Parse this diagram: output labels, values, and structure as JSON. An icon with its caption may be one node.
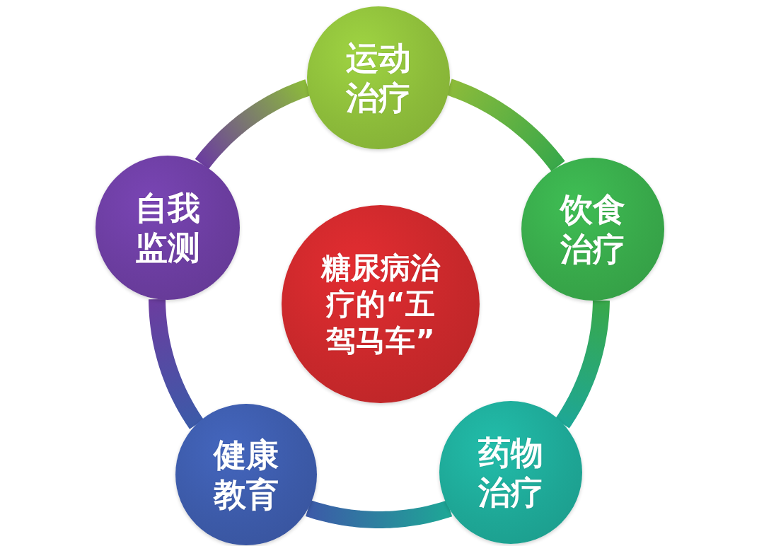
{
  "diagram": {
    "nodes": [
      {
        "text": [
          "运动治疗"
        ]
      },
      {
        "text": [
          "自我监测"
        ]
      },
      {
        "text": [
          "饮食治疗"
        ]
      },
      {
        "text": [
          "糖尿病治疗的“五驾马车”"
        ]
      },
      {
        "text": [
          "健康教育"
        ]
      },
      {
        "text": [
          "药物治疗"
        ]
      }
    ],
    "edges": [
      {
        "from": 0,
        "to": 2,
        "arrow": "none"
      },
      {
        "from": 2,
        "to": 5,
        "arrow": "none"
      },
      {
        "from": 5,
        "to": 4,
        "arrow": "none"
      },
      {
        "from": 4,
        "to": 1,
        "arrow": "none"
      },
      {
        "from": 1,
        "to": 0,
        "arrow": "none"
      }
    ]
  }
}
